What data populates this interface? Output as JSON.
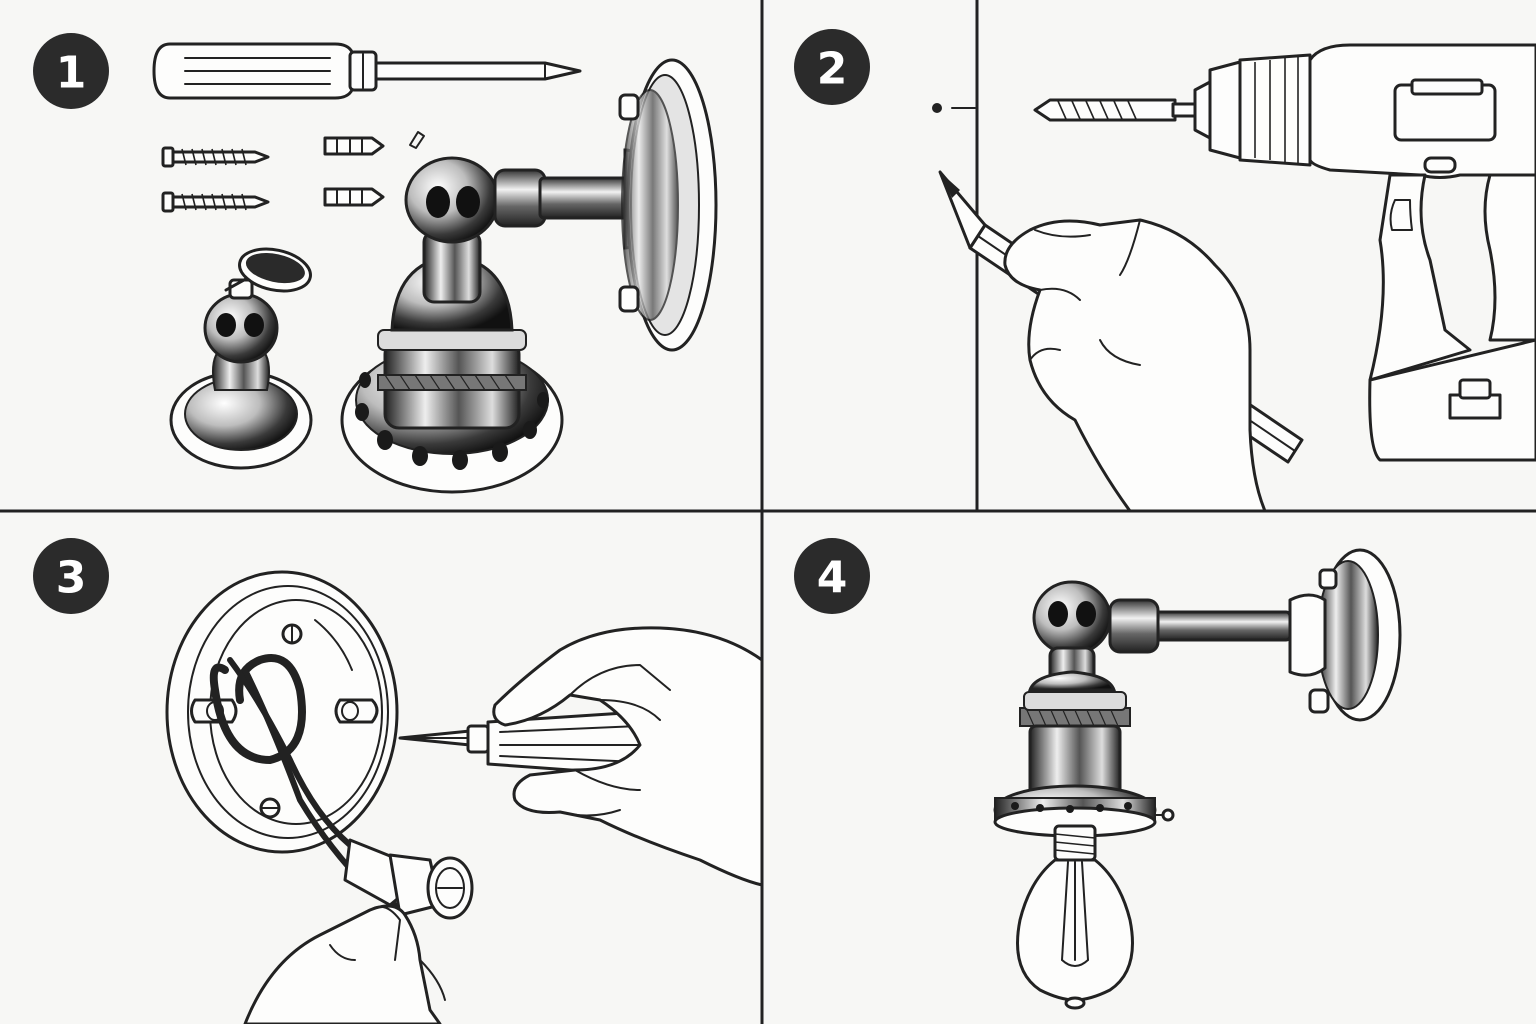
{
  "steps": [
    {
      "number": "1"
    },
    {
      "number": "2"
    },
    {
      "number": "3"
    },
    {
      "number": "4"
    }
  ],
  "colors": {
    "background": "#f7f7f5",
    "ink": "#222222",
    "badge": "#2b2b2b",
    "badge_text": "#ffffff"
  },
  "icons": {
    "step1": [
      "screwdriver-icon",
      "screw-icon",
      "wall-anchor-icon",
      "sconce-canopy-icon",
      "lamp-socket-icon"
    ],
    "step2": [
      "pencil-icon",
      "hand-icon",
      "drill-icon",
      "drill-bit-icon"
    ],
    "step3": [
      "mounting-plate-icon",
      "wires-icon",
      "screwdriver-icon",
      "hand-icon"
    ],
    "step4": [
      "wall-sconce-icon",
      "light-bulb-icon"
    ]
  }
}
